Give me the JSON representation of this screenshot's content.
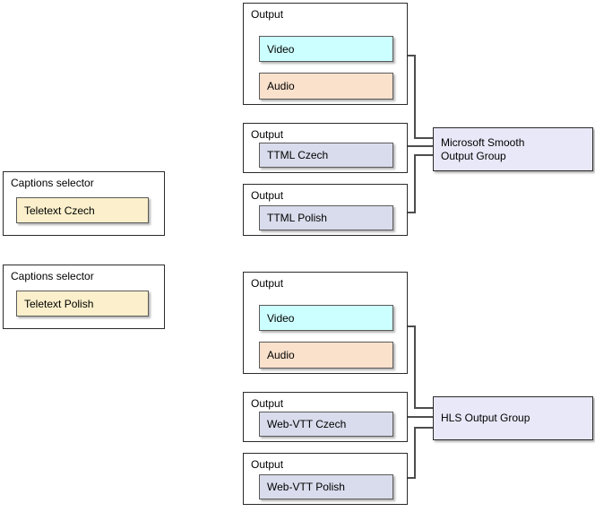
{
  "colors": {
    "video_fill": "#ccffff",
    "audio_fill": "#fae1cc",
    "caption_fill": "#d9dcec",
    "selector_fill": "#fbf0cb",
    "group_fill": "#e8e8f8"
  },
  "captions_selectors": [
    {
      "title": "Captions selector",
      "item": "Teletext Czech"
    },
    {
      "title": "Captions selector",
      "item": "Teletext Polish"
    }
  ],
  "clusters": [
    {
      "group_label": "Microsoft Smooth Output Group",
      "av_output": {
        "title": "Output",
        "video": "Video",
        "audio": "Audio"
      },
      "caption_outputs": [
        {
          "title": "Output",
          "item": "TTML Czech"
        },
        {
          "title": "Output",
          "item": "TTML Polish"
        }
      ]
    },
    {
      "group_label": "HLS Output Group",
      "av_output": {
        "title": "Output",
        "video": "Video",
        "audio": "Audio"
      },
      "caption_outputs": [
        {
          "title": "Output",
          "item": "Web-VTT Czech"
        },
        {
          "title": "Output",
          "item": "Web-VTT Polish"
        }
      ]
    }
  ]
}
